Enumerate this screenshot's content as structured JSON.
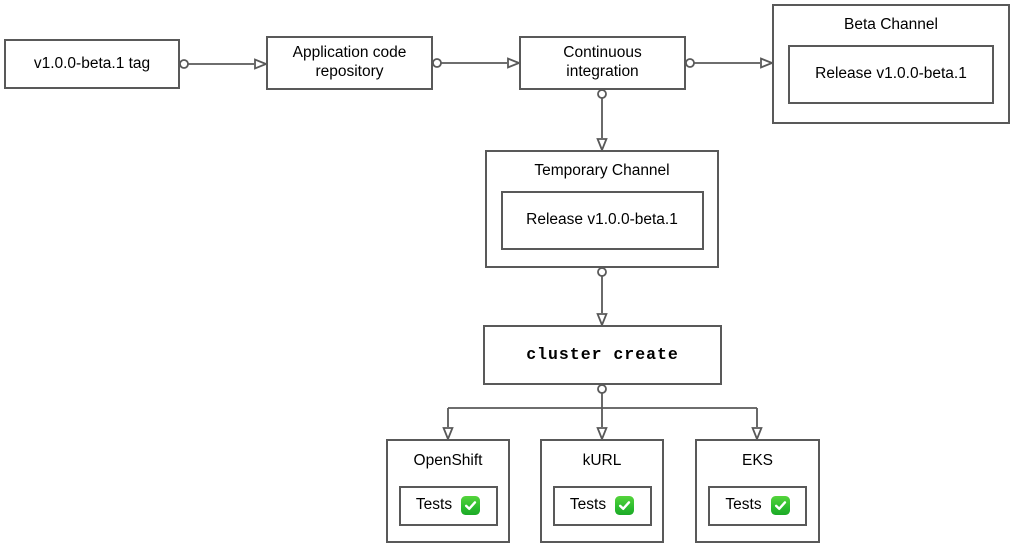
{
  "diagram": {
    "title": "release pipeline flowchart",
    "colors": {
      "background": "#ffffff",
      "stroke": "#595959",
      "text": "#000000",
      "check_green": "#2cbc2f",
      "check_mark": "#ffffff"
    },
    "nodes": {
      "tag": {
        "label": "v1.0.0-beta.1 tag"
      },
      "repo": {
        "label": "Application code repository"
      },
      "ci": {
        "label": "Continuous integration"
      },
      "beta_channel": {
        "title": "Beta Channel",
        "release": {
          "label": "Release v1.0.0-beta.1"
        }
      },
      "temp_channel": {
        "title": "Temporary Channel",
        "release": {
          "label": "Release v1.0.0-beta.1"
        }
      },
      "cluster_create": {
        "label": "cluster create"
      },
      "clusters": [
        {
          "title": "OpenShift",
          "tests_label": "Tests",
          "status_icon": "check-mark-green"
        },
        {
          "title": "kURL",
          "tests_label": "Tests",
          "status_icon": "check-mark-green"
        },
        {
          "title": "EKS",
          "tests_label": "Tests",
          "status_icon": "check-mark-green"
        }
      ]
    }
  }
}
